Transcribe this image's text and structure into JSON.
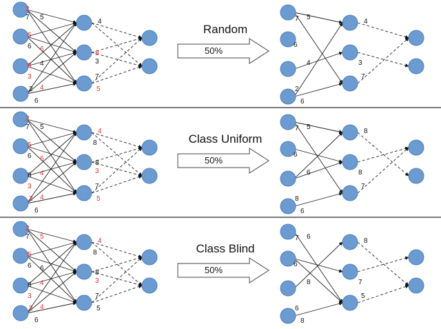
{
  "colors": {
    "node": "#6b9bd1",
    "black_label": "#111111",
    "red_label": "#e03030"
  },
  "panels": [
    {
      "title": "Random",
      "percent": "50%",
      "left_labels": [
        [
          "2",
          "red"
        ],
        [
          "7",
          "black"
        ],
        [
          "5",
          "black"
        ],
        [
          "5",
          "red"
        ],
        [
          "6",
          "black"
        ],
        [
          "6",
          "red"
        ],
        [
          "8",
          "red"
        ],
        [
          "4",
          "black"
        ],
        [
          "3",
          "red"
        ],
        [
          "2",
          "black"
        ],
        [
          "4",
          "red"
        ],
        [
          "6",
          "black"
        ],
        [
          "4",
          "black"
        ],
        [
          "8",
          "red"
        ],
        [
          "3",
          "black"
        ],
        [
          "7",
          "black"
        ],
        [
          "5",
          "red"
        ]
      ],
      "right_labels": [
        "7",
        "5",
        "6",
        "4",
        "2",
        "6",
        "4",
        "3",
        "7"
      ]
    },
    {
      "title": "Class Uniform",
      "percent": "50%",
      "left_labels": [
        [
          "2",
          "red"
        ],
        [
          "7",
          "black"
        ],
        [
          "5",
          "black"
        ],
        [
          "5",
          "red"
        ],
        [
          "6",
          "black"
        ],
        [
          "6",
          "red"
        ],
        [
          "8",
          "black"
        ],
        [
          "4",
          "red"
        ],
        [
          "3",
          "red"
        ],
        [
          "2",
          "red"
        ],
        [
          "4",
          "red"
        ],
        [
          "6",
          "black"
        ],
        [
          "4",
          "red"
        ],
        [
          "8",
          "black"
        ],
        [
          "8",
          "black"
        ],
        [
          "3",
          "red"
        ],
        [
          "7",
          "black"
        ],
        [
          "5",
          "red"
        ]
      ],
      "right_labels": [
        "7",
        "5",
        "6",
        "6",
        "8",
        "6",
        "8",
        "8",
        "7"
      ]
    },
    {
      "title": "Class Blind",
      "percent": "50%",
      "left_labels": [
        [
          "2",
          "red"
        ],
        [
          "7",
          "black"
        ],
        [
          "5",
          "red"
        ],
        [
          "5",
          "red"
        ],
        [
          "6",
          "black"
        ],
        [
          "6",
          "black"
        ],
        [
          "8",
          "black"
        ],
        [
          "4",
          "red"
        ],
        [
          "3",
          "red"
        ],
        [
          "2",
          "red"
        ],
        [
          "4",
          "red"
        ],
        [
          "6",
          "black"
        ],
        [
          "4",
          "red"
        ],
        [
          "8",
          "black"
        ],
        [
          "8",
          "black"
        ],
        [
          "3",
          "red"
        ],
        [
          "7",
          "black"
        ],
        [
          "5",
          "black"
        ]
      ],
      "right_labels": [
        "7",
        "6",
        "6",
        "8",
        "6",
        "8",
        "8",
        "7",
        "5"
      ]
    }
  ]
}
